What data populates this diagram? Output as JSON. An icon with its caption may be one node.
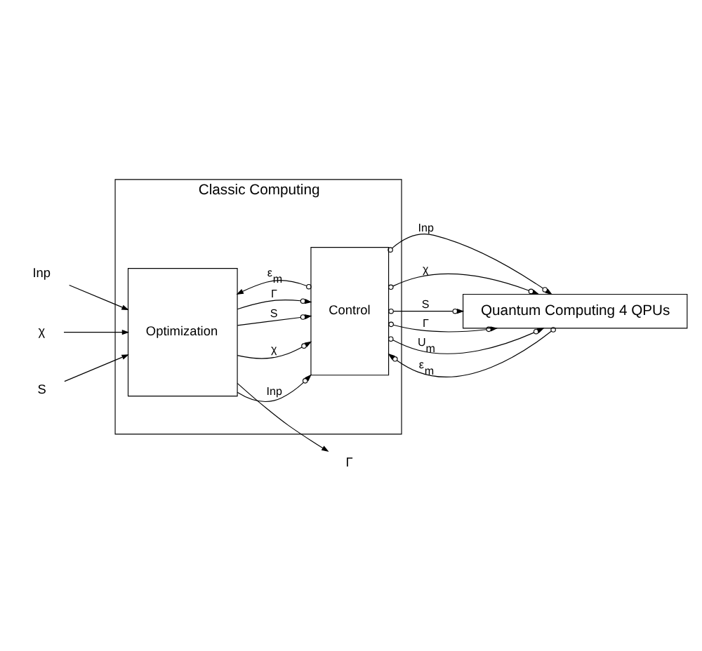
{
  "diagram": {
    "nodes": [
      {
        "text": [
          "Classic Computing"
        ]
      },
      {
        "text": [
          "Optimization"
        ],
        "in": 0
      },
      {
        "text": [
          "Control"
        ],
        "in": 0
      },
      {
        "text": [
          "Quantum Computing 4 QPUs"
        ]
      },
      {
        "text": [
          "Inp"
        ]
      },
      {
        "text": [
          "χ"
        ]
      },
      {
        "text": [
          "S"
        ]
      },
      {
        "text": [
          "Γ"
        ]
      }
    ],
    "edges": [
      {
        "from": 4,
        "to": 1,
        "arrow": "to"
      },
      {
        "from": 5,
        "to": 1,
        "arrow": "to"
      },
      {
        "from": 6,
        "to": 1,
        "arrow": "to"
      },
      {
        "from": 1,
        "to": 7,
        "arrow": "to"
      },
      {
        "from": 1,
        "to": 2,
        "arrow": "to",
        "label": "Inp"
      },
      {
        "from": 1,
        "to": 2,
        "arrow": "to",
        "label": "χ"
      },
      {
        "from": 1,
        "to": 2,
        "arrow": "to",
        "label": "S"
      },
      {
        "from": 1,
        "to": 2,
        "arrow": "to",
        "label": "Γ"
      },
      {
        "from": 2,
        "to": 1,
        "arrow": "to",
        "label": "ε$_{m}$"
      },
      {
        "from": 2,
        "to": 3,
        "arrow": "to",
        "label": "Inp"
      },
      {
        "from": 2,
        "to": 3,
        "arrow": "to",
        "label": "χ"
      },
      {
        "from": 2,
        "to": 3,
        "arrow": "to",
        "label": "S"
      },
      {
        "from": 2,
        "to": 3,
        "arrow": "to",
        "label": "Γ"
      },
      {
        "from": 2,
        "to": 3,
        "arrow": "to",
        "label": "U$_{m}$"
      },
      {
        "from": 3,
        "to": 2,
        "arrow": "to",
        "label": "ε$_{m}$"
      }
    ]
  }
}
